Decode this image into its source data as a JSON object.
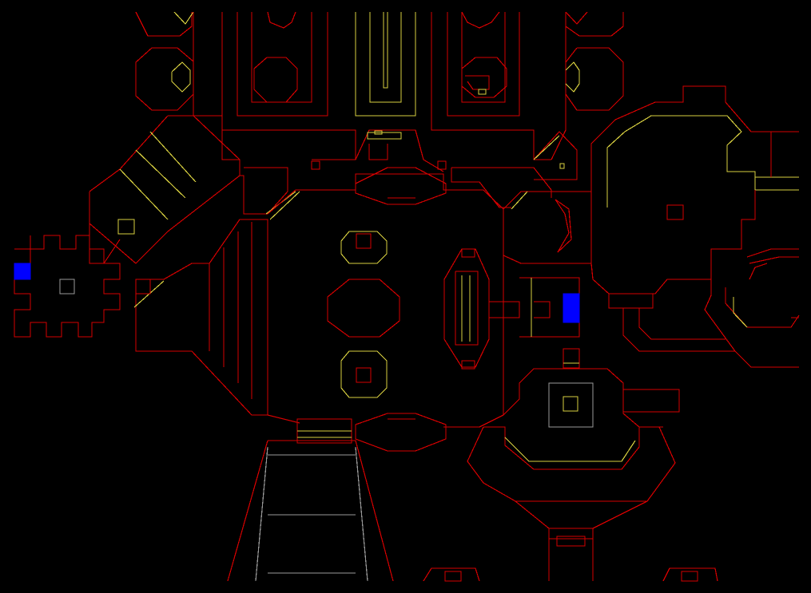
{
  "automap": {
    "colors": {
      "background": "#000000",
      "wall": "#d40000",
      "step": "#d8d040",
      "grey": "#9a9a9a",
      "key": "#0000ff"
    },
    "markers": [
      {
        "type": "key-door",
        "color": "blue"
      },
      {
        "type": "key-door",
        "color": "blue"
      }
    ]
  }
}
